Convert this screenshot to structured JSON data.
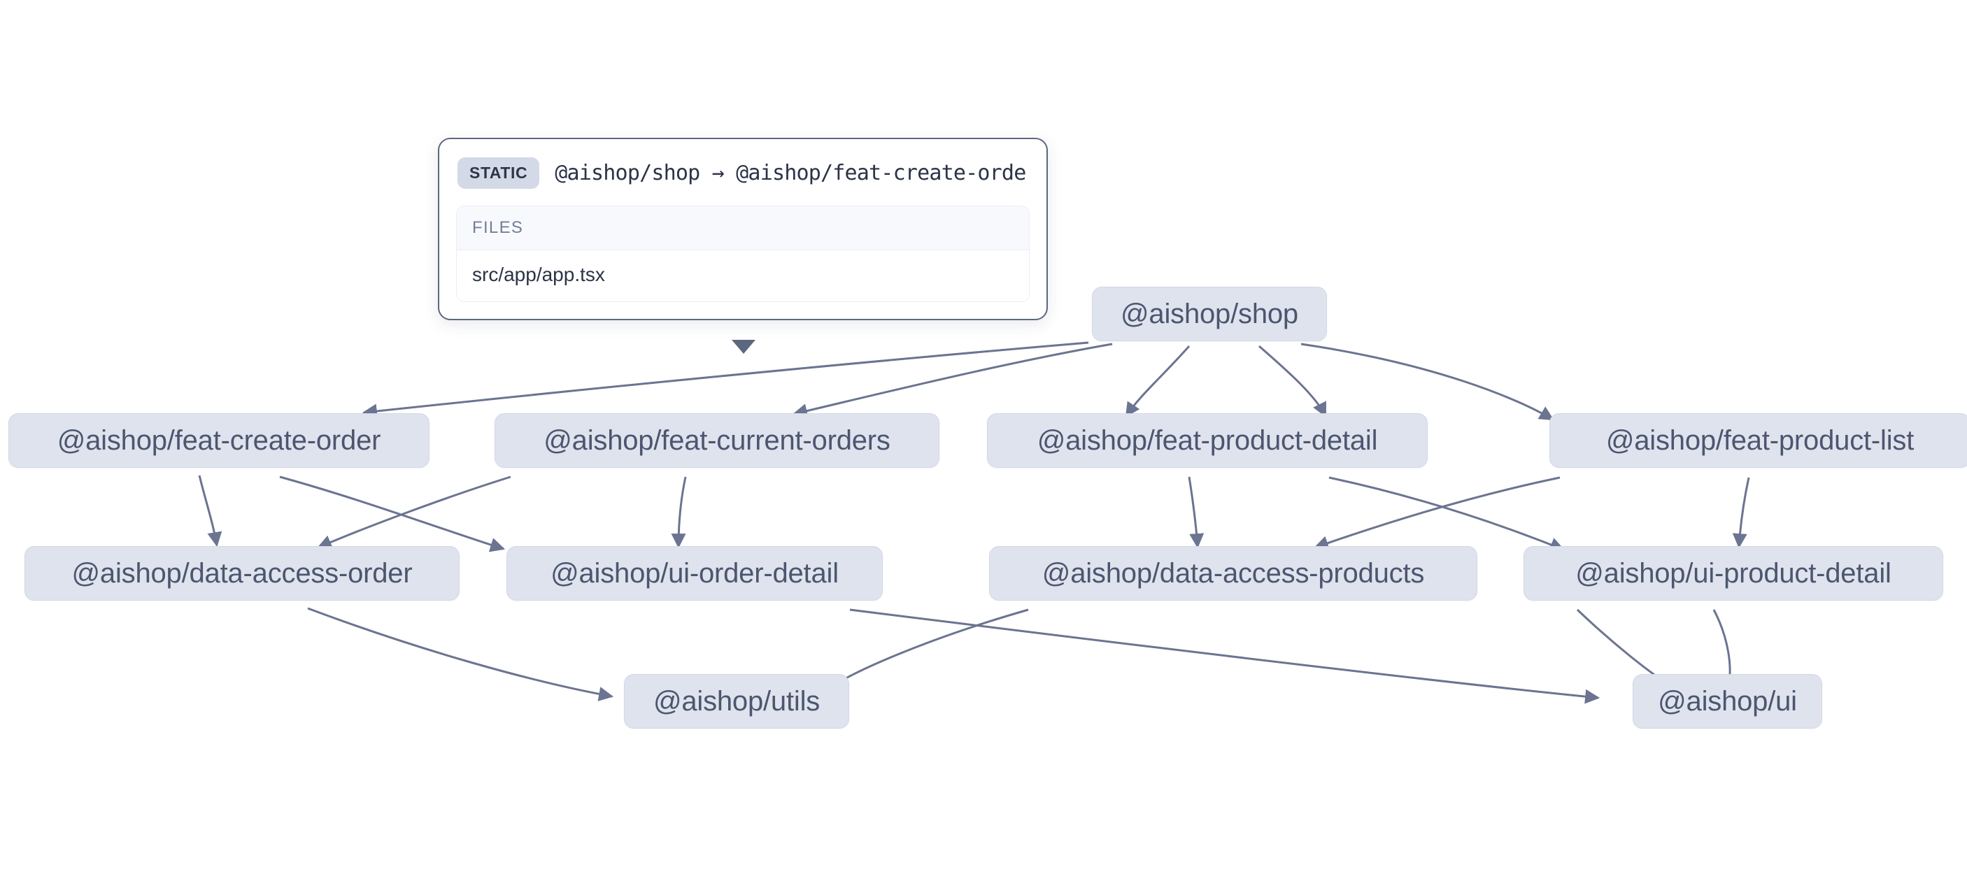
{
  "graph": {
    "background_color": "#ffffff",
    "node_fill": "#dfe3ee",
    "node_border": "#d3d8e8",
    "node_text_color": "#4c566f",
    "edge_color": "#6b7490",
    "nodes": [
      {
        "id": "shop",
        "label": "@aishop/shop"
      },
      {
        "id": "feat-create-order",
        "label": "@aishop/feat-create-order"
      },
      {
        "id": "feat-current-orders",
        "label": "@aishop/feat-current-orders"
      },
      {
        "id": "feat-product-detail",
        "label": "@aishop/feat-product-detail"
      },
      {
        "id": "feat-product-list",
        "label": "@aishop/feat-product-list"
      },
      {
        "id": "data-access-order",
        "label": "@aishop/data-access-order"
      },
      {
        "id": "ui-order-detail",
        "label": "@aishop/ui-order-detail"
      },
      {
        "id": "data-access-products",
        "label": "@aishop/data-access-products"
      },
      {
        "id": "ui-product-detail",
        "label": "@aishop/ui-product-detail"
      },
      {
        "id": "utils",
        "label": "@aishop/utils"
      },
      {
        "id": "ui",
        "label": "@aishop/ui"
      }
    ],
    "edges": [
      {
        "from": "shop",
        "to": "feat-create-order"
      },
      {
        "from": "shop",
        "to": "feat-current-orders"
      },
      {
        "from": "shop",
        "to": "feat-product-detail"
      },
      {
        "from": "shop",
        "to": "feat-product-list"
      },
      {
        "from": "feat-create-order",
        "to": "data-access-order"
      },
      {
        "from": "feat-create-order",
        "to": "ui-order-detail"
      },
      {
        "from": "feat-current-orders",
        "to": "data-access-order"
      },
      {
        "from": "feat-current-orders",
        "to": "ui-order-detail"
      },
      {
        "from": "feat-product-detail",
        "to": "data-access-products"
      },
      {
        "from": "feat-product-detail",
        "to": "ui-product-detail"
      },
      {
        "from": "feat-product-list",
        "to": "data-access-products"
      },
      {
        "from": "feat-product-list",
        "to": "ui-product-detail"
      },
      {
        "from": "data-access-order",
        "to": "utils"
      },
      {
        "from": "data-access-products",
        "to": "utils"
      },
      {
        "from": "ui-order-detail",
        "to": "ui"
      },
      {
        "from": "ui-product-detail",
        "to": "ui"
      }
    ]
  },
  "tooltip": {
    "badge": "STATIC",
    "title": "@aishop/shop → @aishop/feat-create-order",
    "files_header": "FILES",
    "files": [
      {
        "path": "src/app/app.tsx"
      }
    ]
  }
}
